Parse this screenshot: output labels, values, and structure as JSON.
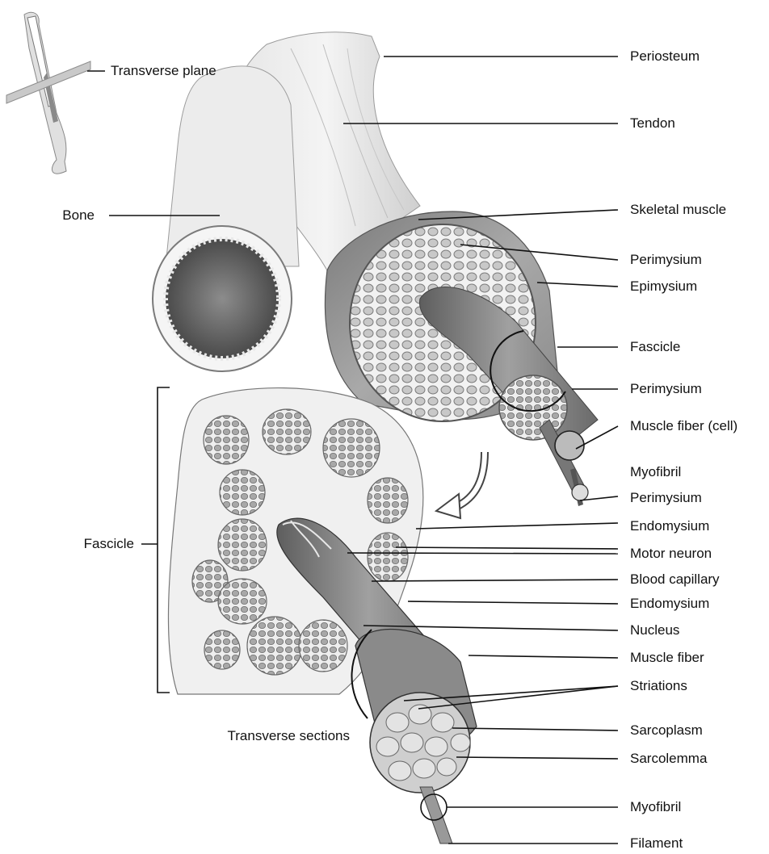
{
  "labels": {
    "transverse_plane": "Transverse plane",
    "bone": "Bone",
    "periosteum": "Periosteum",
    "tendon": "Tendon",
    "skeletal_muscle": "Skeletal muscle",
    "perimysium_1": "Perimysium",
    "epimysium": "Epimysium",
    "fascicle_right": "Fascicle",
    "perimysium_2": "Perimysium",
    "muscle_fiber_cell": "Muscle fiber (cell)",
    "myofibril_1": "Myofibril",
    "perimysium_3": "Perimysium",
    "endomysium_1": "Endomysium",
    "motor_neuron": "Motor neuron",
    "blood_capillary": "Blood capillary",
    "endomysium_2": "Endomysium",
    "nucleus": "Nucleus",
    "muscle_fiber": "Muscle fiber",
    "striations": "Striations",
    "sarcoplasm": "Sarcoplasm",
    "sarcolemma": "Sarcolemma",
    "myofibril_2": "Myofibril",
    "filament": "Filament",
    "fascicle_left": "Fascicle",
    "transverse_sections": "Transverse sections"
  }
}
